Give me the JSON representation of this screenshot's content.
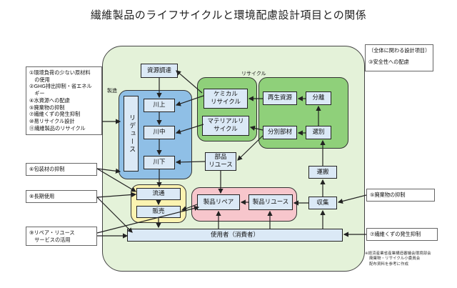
{
  "title": "繊維製品のライフサイクルと環境配慮設計項目との関係",
  "zones": {
    "manufacturing": "製造",
    "recycling": "リサイクル"
  },
  "boxes": {
    "resource_procurement": "資源調達",
    "reduce": "リデュース",
    "upstream": "川上",
    "midstream": "川中",
    "downstream": "川下",
    "chemical_recycle": [
      "ケミカル",
      "リサイクル"
    ],
    "material_recycle": [
      "マテリアルリ",
      "サイクル"
    ],
    "recycled_resource": "再生資源",
    "decompose": "分離",
    "separated_parts": "分別部材",
    "sorting": "選別",
    "parts_reuse": [
      "部品",
      "リユース"
    ],
    "transport": "運搬",
    "collection": "収集",
    "distribution": "流通",
    "sales": "販売",
    "product_repair": "製品リペア",
    "product_reuse": "製品リユース",
    "user": "使用者（消費者）"
  },
  "notes": {
    "main_items": [
      "①環境負荷の少ない原材料",
      "　の使用",
      "②GHG排出抑制・省エネル",
      "　ギー",
      "④水資源への配慮",
      "⑤廃棄物の抑制",
      "⑦繊維くずの発生抑制",
      "⑩易リサイクル設計",
      "⑪繊維製品のリサイクル"
    ],
    "packaging": "⑥包装材の抑制",
    "long_use": "⑧長期使用",
    "repair_reuse_service": [
      "⑨リペア・リユース",
      "　サービスの活用"
    ],
    "overall_header": "（全体に関わる設計項目）",
    "overall_safety": "③安全性への配慮",
    "waste_suppression": "⑤廃棄物の抑制",
    "fiber_waste": "⑦繊維くずの発生抑制"
  },
  "footnote": [
    "※経済産業省産業構造審議会環境部会",
    "廃棄物・リサイクル小委員会",
    "配布資料を参考に作成"
  ]
}
